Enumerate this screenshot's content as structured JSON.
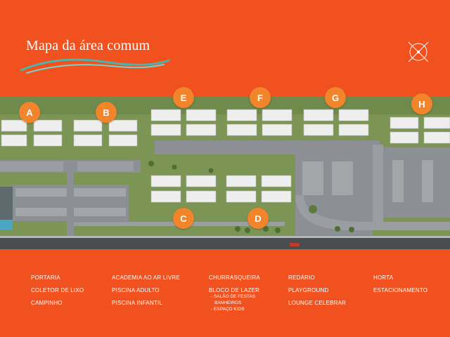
{
  "header": {
    "title": "Mapa da área comum"
  },
  "markers": [
    "A",
    "B",
    "C",
    "D",
    "E",
    "F",
    "G",
    "H"
  ],
  "legend": {
    "col1": [
      "PORTARIA",
      "COLETOR DE LIXO",
      "CAMPINHO"
    ],
    "col2": [
      "ACADEMIA AO AR LIVRE",
      "PISCINA ADULTO",
      "PISCINA INFANTIL"
    ],
    "col3": [
      "CHURRASQUEIRA",
      "BLOCO DE LAZER"
    ],
    "col3_sub": [
      "- SALÃO DE FESTAS",
      "BANHEIROS",
      "- ESPAÇO KIDS"
    ],
    "col4": [
      "REDÁRIO",
      "PLAYGROUND",
      "LOUNGE CELEBRAR"
    ],
    "col5": [
      "HORTA",
      "ESTACIONAMENTO"
    ]
  },
  "colors": {
    "background": "#f0511e",
    "marker": "#f2852c",
    "grass": "#7c9555",
    "road": "#8c8f93",
    "building": "#eeeeee",
    "wave": "#4fb3a9"
  },
  "icons": {
    "compass": "compass-icon",
    "wave": "wave-icon"
  }
}
